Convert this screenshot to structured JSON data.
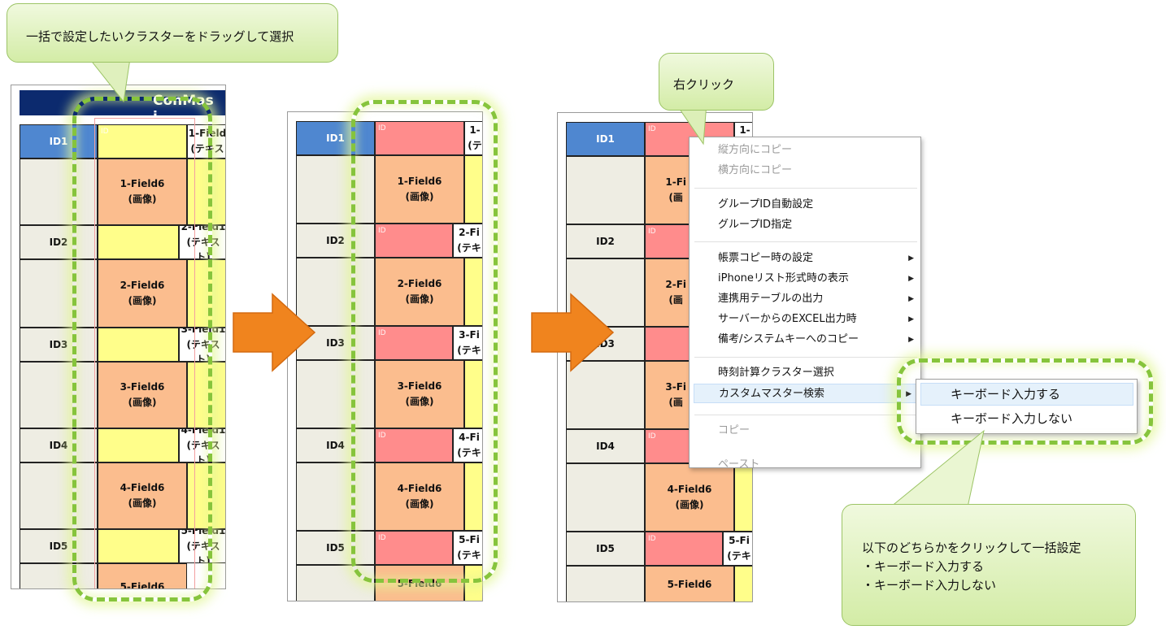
{
  "callouts": {
    "drag": "一括で設定したいクラスターをドラッグして選択",
    "right_click": "右クリック",
    "instruction": {
      "line1": "以下のどちらかをクリックして一括設定",
      "line2": "・キーボード入力する",
      "line3": "・キーボード入力しない"
    }
  },
  "panel1": {
    "title": "ConMas i-"
  },
  "rows": [
    {
      "id": "ID1",
      "text_field": "1-Field\n(テキス",
      "image_field": "1-Field6\n(画像)"
    },
    {
      "id": "ID2",
      "text_field": "2-Field1\n(テキスト)",
      "image_field": "2-Field6\n(画像)"
    },
    {
      "id": "ID3",
      "text_field": "3-Field1\n(テキスト)",
      "image_field": "3-Field6\n(画像)"
    },
    {
      "id": "ID4",
      "text_field": "4-Field1\n(テキスト)",
      "image_field": "4-Field6\n(画像)"
    },
    {
      "id": "ID5",
      "text_field": "5-Field1\n(テキスト)",
      "image_field": "5-Field6"
    }
  ],
  "panel2_text_fields": [
    "1-\n(テ",
    "2-Fi\n(テキ",
    "3-Fi\n(テキ",
    "4-Fi\n(テキ",
    "5-Fi\n(テキ"
  ],
  "panel3_text_fields": [
    "1-",
    "",
    "",
    "",
    "5-Fi\n(テキ"
  ],
  "panel3_image_fields": [
    "1-Fi\n(画",
    "2-Fi\n(画",
    "3-Fi\n(画",
    "4-Field6\n(画像)",
    "5-Field6"
  ],
  "cell_tag": "ID",
  "context_menu": {
    "items": [
      {
        "label": "縦方向にコピー",
        "disabled": true
      },
      {
        "label": "横方向にコピー",
        "disabled": true
      },
      {
        "label": "グループID自動設定"
      },
      {
        "label": "グループID指定"
      },
      {
        "label": "帳票コピー時の設定",
        "submenu": true
      },
      {
        "label": "iPhoneリスト形式時の表示",
        "submenu": true
      },
      {
        "label": "連携用テーブルの出力",
        "submenu": true
      },
      {
        "label": "サーバーからのEXCEL出力時",
        "submenu": true
      },
      {
        "label": "備考/システムキーへのコピー",
        "submenu": true
      },
      {
        "label": "時刻計算クラスター選択"
      },
      {
        "label": "カスタムマスター検索",
        "submenu": true,
        "highlighted": true
      },
      {
        "label": "コピー",
        "disabled": true
      },
      {
        "label": "ペースト",
        "disabled": true
      }
    ],
    "arrow": "▶"
  },
  "submenu": {
    "items": [
      {
        "label": "キーボード入力する",
        "highlighted": true
      },
      {
        "label": "キーボード入力しない"
      }
    ]
  },
  "colors": {
    "header_navy": "#0c2a6e",
    "id_blue": "#4f87d0",
    "arrow_orange": "#f0841e",
    "dash_green": "#86c43c"
  }
}
